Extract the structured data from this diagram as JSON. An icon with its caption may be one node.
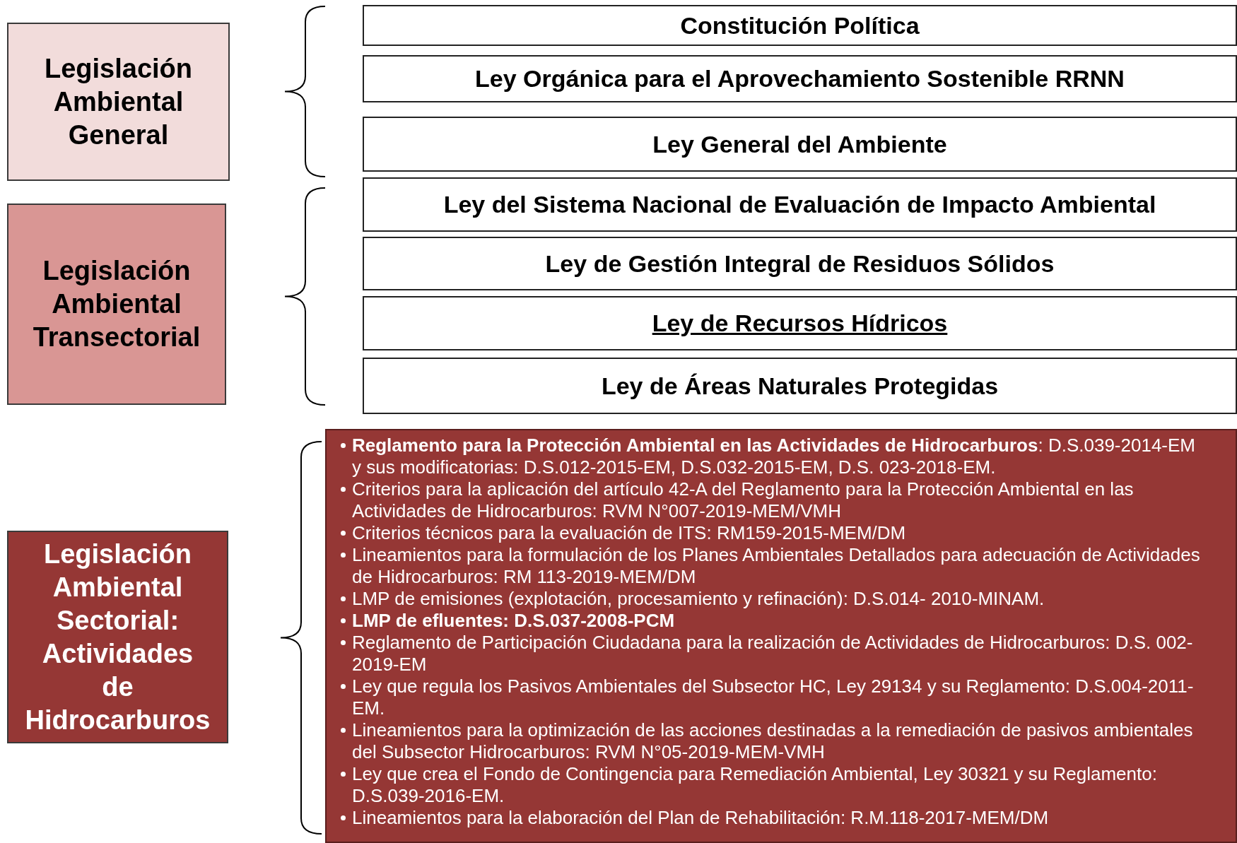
{
  "diagram": {
    "nodes": [
      {
        "text": [
          "Legislación Ambiental General"
        ]
      },
      {
        "text": [
          "Legislación Ambiental Transectorial"
        ]
      },
      {
        "text": [
          "Legislación Ambiental Sectorial: Actividades de Hidrocarburos"
        ]
      },
      {
        "text": [
          "Constitución Política"
        ]
      },
      {
        "text": [
          "Ley Orgánica para el Aprovechamiento Sostenible RRNN"
        ]
      },
      {
        "text": [
          "Ley General del Ambiente"
        ]
      },
      {
        "text": [
          "Ley del Sistema Nacional de Evaluación de Impacto Ambiental"
        ]
      },
      {
        "text": [
          "Ley de Gestión Integral de Residuos Sólidos"
        ]
      },
      {
        "text": [
          "Ley de Recursos Hídricos"
        ]
      },
      {
        "text": [
          "Ley de Áreas Naturales Protegidas"
        ]
      },
      {
        "text": [
          "**Reglamento para la Protección Ambiental en las Actividades de Hidrocarburos**: D.S.039-2014-EM y sus modificatorias: D.S.012-2015-EM, D.S.032-2015-EM, D.S. 023-2018-EM.",
          "Criterios para la aplicación del artículo 42-A del Reglamento para la Protección Ambiental en las Actividades de Hidrocarburos: RVM N°007-2019-MEM/VMH",
          "Criterios técnicos para la evaluación de ITS: RM159-2015-MEM/DM",
          "Lineamientos para la formulación de los Planes Ambientales Detallados para adecuación de Actividades de Hidrocarburos: RM 113-2019-MEM/DM",
          "LMP de emisiones (explotación, procesamiento y refinación): D.S.014- 2010-MINAM.",
          "**LMP de efluentes: D.S.037-2008-PCM**",
          "Reglamento de Participación Ciudadana para la realización de Actividades de Hidrocarburos: D.S. 002-2019-EM",
          "Ley que regula los Pasivos Ambientales del Subsector HC, Ley 29134 y su Reglamento: D.S.004-2011-EM.",
          "Lineamientos para la optimización de las acciones destinadas a la remediación de pasivos ambientales del Subsector Hidrocarburos: RVM N°05-2019-MEM-VMH",
          "Ley que crea el Fondo de Contingencia para Remediación Ambiental, Ley 30321 y su Reglamento: D.S.039-2016-EM.",
          "Lineamientos para la elaboración del Plan de Rehabilitación: R.M.118-2017-MEM/DM"
        ]
      }
    ],
    "edges": []
  }
}
